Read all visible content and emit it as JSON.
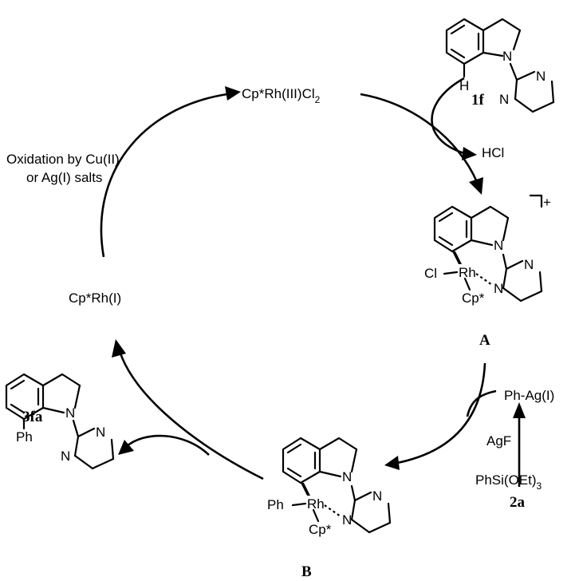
{
  "labels": {
    "top_catalyst": [
      "Cp*Rh(III)Cl",
      "2"
    ],
    "left_catalyst": "Cp*Rh(I)",
    "oxidation_line1": "Oxidation by Cu(II)",
    "oxidation_line2": "or Ag(I) salts",
    "hcl": "HCl",
    "ph_ag": "Ph-Ag(I)",
    "agf": "AgF",
    "phsi": [
      "PhSi(OEt)",
      "3"
    ],
    "charge": "+"
  },
  "compounds": {
    "c1f": "1f",
    "cA": "A",
    "cB": "B",
    "c3fa": "3fa",
    "c2a": "2a"
  },
  "atoms": {
    "N": "N",
    "H": "H",
    "Cl": "Cl",
    "Rh": "Rh",
    "Cp": "Cp*",
    "Ph": "Ph"
  }
}
